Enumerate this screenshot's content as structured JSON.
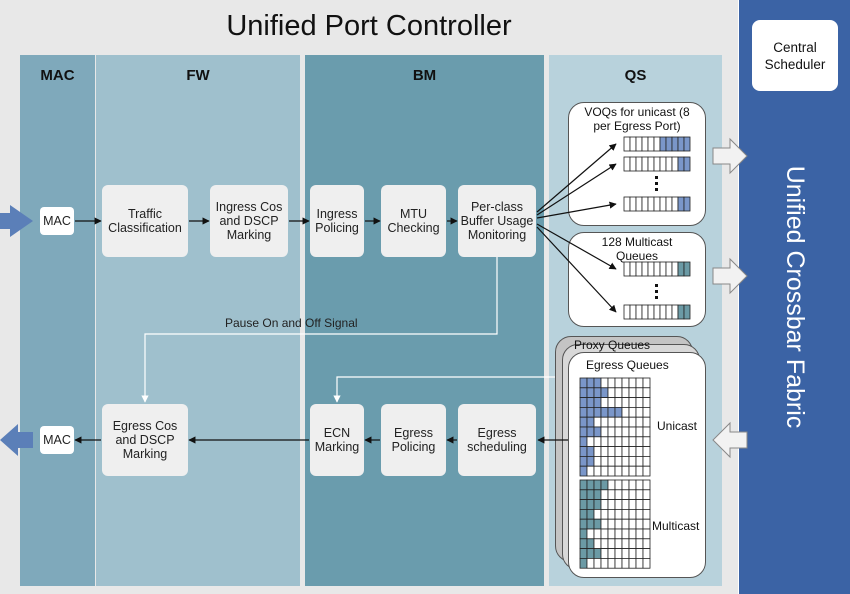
{
  "title": "Unified Port Controller",
  "columns": {
    "mac": "MAC",
    "fw": "FW",
    "bm": "BM",
    "qs": "QS"
  },
  "boxes": {
    "mac_in": "MAC",
    "traffic": "Traffic Classification",
    "ingress_cos": "Ingress Cos and DSCP Marking",
    "ingress_policing": "Ingress Policing",
    "mtu": "MTU Checking",
    "perclass": "Per-class Buffer Usage Monitoring",
    "egress_sched": "Egress scheduling",
    "egress_policing": "Egress Policing",
    "ecn": "ECN Marking",
    "egress_cos": "Egress Cos and DSCP Marking",
    "mac_out": "MAC"
  },
  "pause_signal": "Pause On and Off Signal",
  "qs": {
    "voq_title": "VOQs for unicast (8 per Egress Port)",
    "multicast_title": "128 Multicast Queues",
    "proxy_title": "Proxy Queues",
    "egress_title": "Egress Queues",
    "unicast_label": "Unicast",
    "multicast_label": "Multicast"
  },
  "central_scheduler": "Central Scheduler",
  "fabric": "Unified Crossbar Fabric",
  "colors": {
    "outer_bg": "#e8e8e8",
    "mac_col": "#7fa9bb",
    "fw_col": "#9fc0cd",
    "bm_col": "#6a9cad",
    "qs_col": "#b8d2dc",
    "fabric": "#3b63a5",
    "arrow_in": "#5b7fb8",
    "queue_fill": "#7a96c9",
    "queue_fill_teal": "#6b9aa5"
  }
}
